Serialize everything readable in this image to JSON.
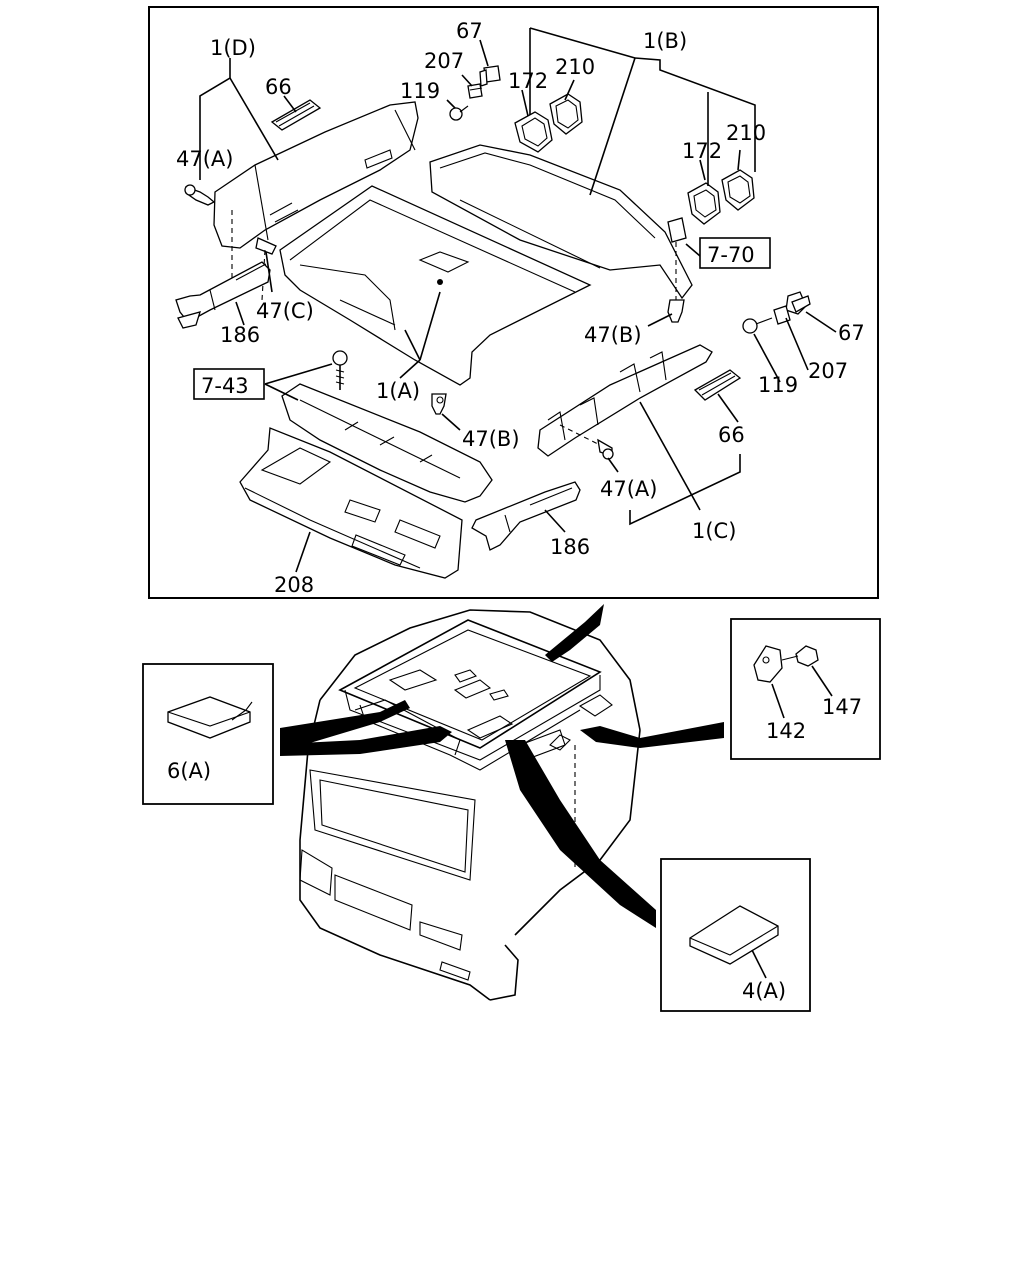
{
  "main_diagram": {
    "labels": {
      "l_1D": "1(D)",
      "l_66_top": "66",
      "l_67_top": "67",
      "l_207_top": "207",
      "l_119_top": "119",
      "l_172_a": "172",
      "l_210_a": "210",
      "l_1B": "1(B)",
      "l_172_b": "172",
      "l_210_b": "210",
      "l_47A_left": "47(A)",
      "l_47C": "47(C)",
      "l_186_left": "186",
      "l_47B_right": "47(B)",
      "l_67_right": "67",
      "l_207_right": "207",
      "l_119_right": "119",
      "l_1A": "1(A)",
      "l_47B_center": "47(B)",
      "l_66_right": "66",
      "l_47A_right": "47(A)",
      "l_1C": "1(C)",
      "l_186_right": "186",
      "l_208": "208"
    },
    "references": {
      "ref_770": "7-70",
      "ref_743": "7-43"
    }
  },
  "detail_boxes": {
    "left": {
      "label": "6(A)"
    },
    "right_top": {
      "label_142": "142",
      "label_147": "147"
    },
    "right_bottom": {
      "label": "4(A)"
    }
  }
}
